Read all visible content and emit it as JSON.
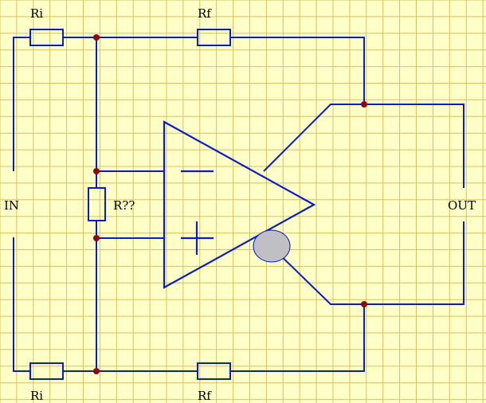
{
  "colors": {
    "background": "#ffffc8",
    "grid": "#d8c060",
    "wire": "#0a1ebe",
    "node": "#8b0a0a",
    "probe_fill": "#c0c0c4",
    "probe_stroke": "#0a1ebe"
  },
  "labels": {
    "ri_top": "Ri",
    "rf_top": "Rf",
    "ri_bottom": "Ri",
    "rf_bottom": "Rf",
    "r_gain": "R??",
    "input": "IN",
    "output": "OUT"
  }
}
